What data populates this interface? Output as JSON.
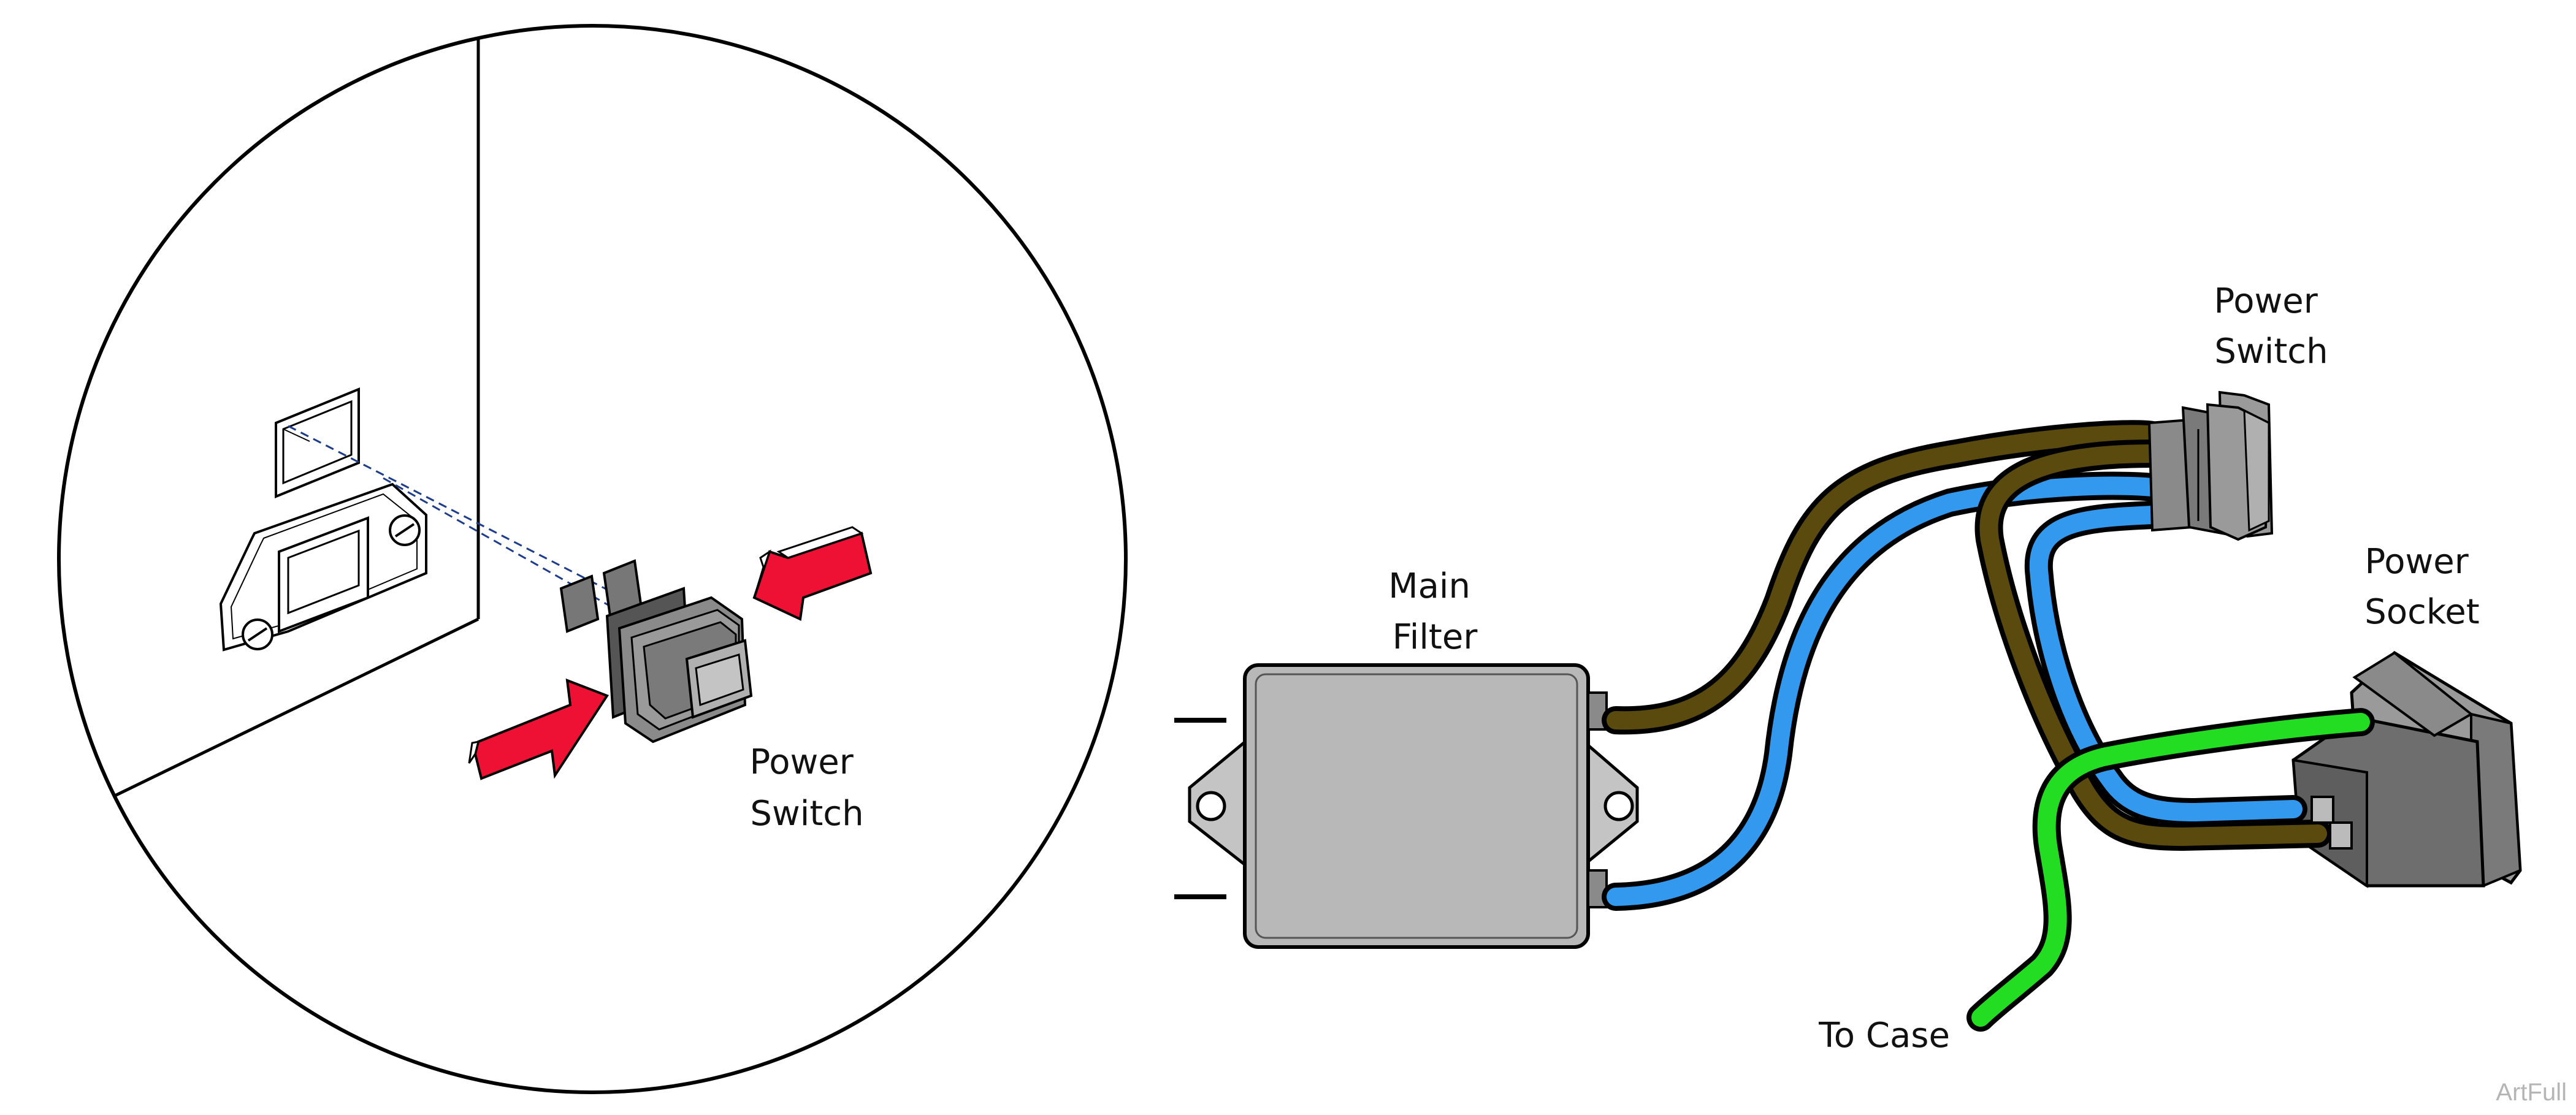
{
  "labels": {
    "detail_power_switch": [
      "Power",
      "Switch"
    ],
    "main_filter": [
      "Main",
      "Filter"
    ],
    "power_switch": [
      "Power",
      "Switch"
    ],
    "power_socket": [
      "Power",
      "Socket"
    ],
    "to_case": "To Case",
    "watermark": "ArtFull"
  },
  "colors": {
    "wire_brown": "#5a4a0d",
    "wire_blue": "#3399ee",
    "wire_green": "#22dd22",
    "arrow_red": "#ee1133",
    "filter_gray": "#b8b8b8",
    "socket_gray": "#6e6e6e",
    "switch_gray": "#8a8a8a"
  }
}
